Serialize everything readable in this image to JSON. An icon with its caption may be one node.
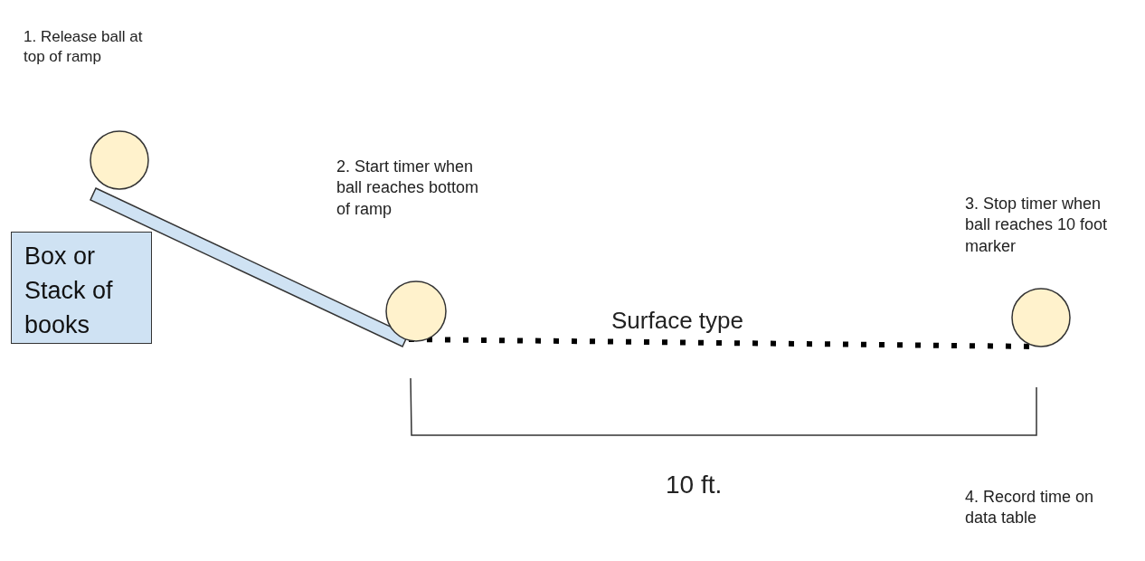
{
  "diagram": {
    "nodes": [
      {
        "text": [
          "Box or Stack of books"
        ]
      }
    ],
    "labels": [
      "1. Release ball at top of ramp",
      "2. Start timer when ball reaches bottom of ramp",
      "3. Stop timer when ball reaches 10 foot marker",
      "Surface type",
      "10 ft.",
      "4. Record time on data table"
    ]
  }
}
